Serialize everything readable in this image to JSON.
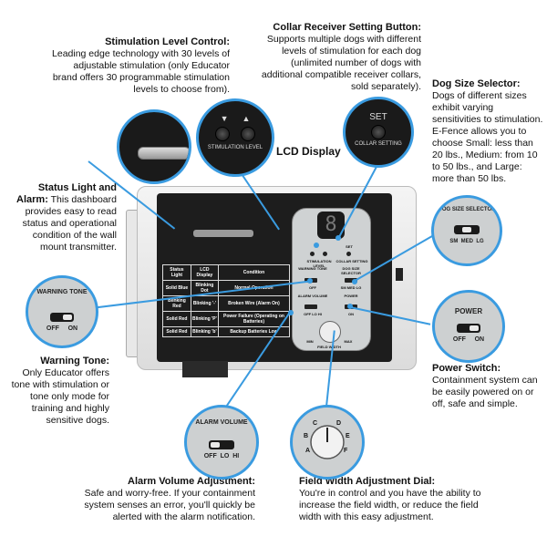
{
  "callouts": {
    "stimulation": {
      "title": "Stimulation Level Control:",
      "body": "Leading edge technology with 30 levels of adjustable stimulation (only Educator brand offers 30 programmable stimulation levels to choose from)."
    },
    "collar": {
      "title": "Collar Receiver Setting Button:",
      "body": "Supports multiple dogs with different levels of stimulation for each dog (unlimited number of dogs with additional compatible receiver collars, sold separately)."
    },
    "lcd": {
      "title": "LCD Display"
    },
    "dog_size": {
      "title": "Dog Size Selector:",
      "body": "Dogs of different sizes exhibit varying sensitivities to stimulation. E-Fence allows you to choose Small: less than 20 lbs., Medium: from 10 to 50 lbs., and Large: more than 50 lbs."
    },
    "status": {
      "title": "Status Light and Alarm:",
      "body": "This dashboard provides easy to read status and operational condition of the wall mount transmitter."
    },
    "warning": {
      "title": "Warning Tone:",
      "body": "Only Educator offers tone with stimulation or tone only mode for training and highly sensitive dogs."
    },
    "power": {
      "title": "Power Switch:",
      "body": "Containment system can be easily powered on or off, safe and simple."
    },
    "alarm": {
      "title": "Alarm Volume Adjustment:",
      "body": "Safe and worry-free. If your containment system senses an error, you'll quickly be alerted with the alarm notification."
    },
    "field": {
      "title": "Field Width Adjustment Dial:",
      "body": "You're in control and you have the ability to increase the field width, or reduce the field width with this easy adjustment."
    }
  },
  "zoom": {
    "stimulation_label": "STIMULATION LEVEL",
    "set_label": "SET",
    "collar_setting_label": "COLLAR SETTING",
    "dog_size_label": "DOG SIZE SELECTOR",
    "dog_size_opts": [
      "SM",
      "MED",
      "LG"
    ],
    "warning_label": "WARNING TONE",
    "warning_opts": [
      "OFF",
      "ON"
    ],
    "power_label": "POWER",
    "power_opts": [
      "OFF",
      "ON"
    ],
    "alarm_label": "ALARM VOLUME",
    "alarm_opts": [
      "OFF",
      "LO",
      "HI"
    ],
    "dial_letters": [
      "A",
      "B",
      "C",
      "D",
      "E",
      "F"
    ]
  },
  "device": {
    "lcd_digit": "8",
    "mini_labels": {
      "stim": "STIMULATION LEVEL",
      "set": "SET",
      "collar": "COLLAR SETTING",
      "warning": "WARNING TONE",
      "dogsize": "DOG SIZE SELECTOR",
      "alarm": "ALARM VOLUME",
      "power": "POWER",
      "off": "OFF",
      "on": "ON",
      "sm_med_lg": "SM  MED  LG",
      "off_lo_hi": "OFF  LO  HI",
      "min": "MIN",
      "max": "MAX",
      "field_width": "FIELD WIDTH"
    },
    "legend_headers": [
      "Status Light",
      "LCD Display",
      "Condition"
    ],
    "legend_rows": [
      [
        "Solid Blue",
        "Blinking Dot",
        "Normal Operation"
      ],
      [
        "Blinking Red",
        "Blinking '-'",
        "Broken Wire (Alarm On)"
      ],
      [
        "Solid Red",
        "Blinking 'P'",
        "Power Failure (Operating on Batteries)"
      ],
      [
        "Solid Red",
        "Blinking 'b'",
        "Backup Batteries Low"
      ]
    ]
  }
}
